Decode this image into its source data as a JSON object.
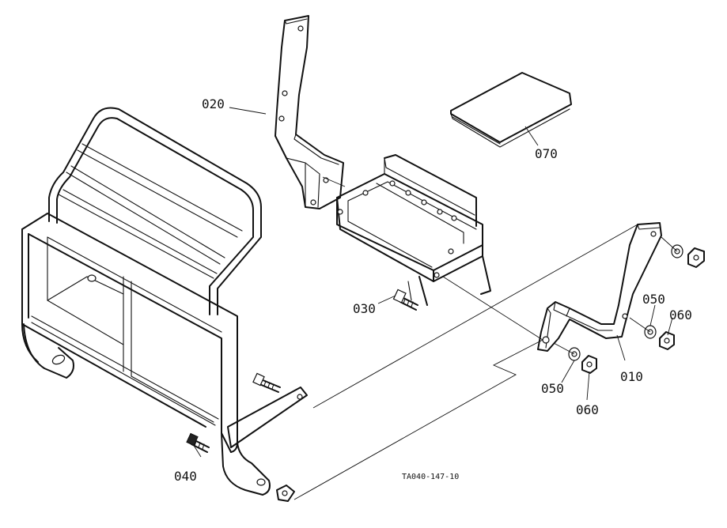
{
  "labels": {
    "p010": "010",
    "p020": "020",
    "p030": "030",
    "p040": "040",
    "p050_right": "050",
    "p050_bottom": "050",
    "p060_right": "060",
    "p060_bottom": "060",
    "p070": "070"
  },
  "drawing_code": "TA040-147-10"
}
